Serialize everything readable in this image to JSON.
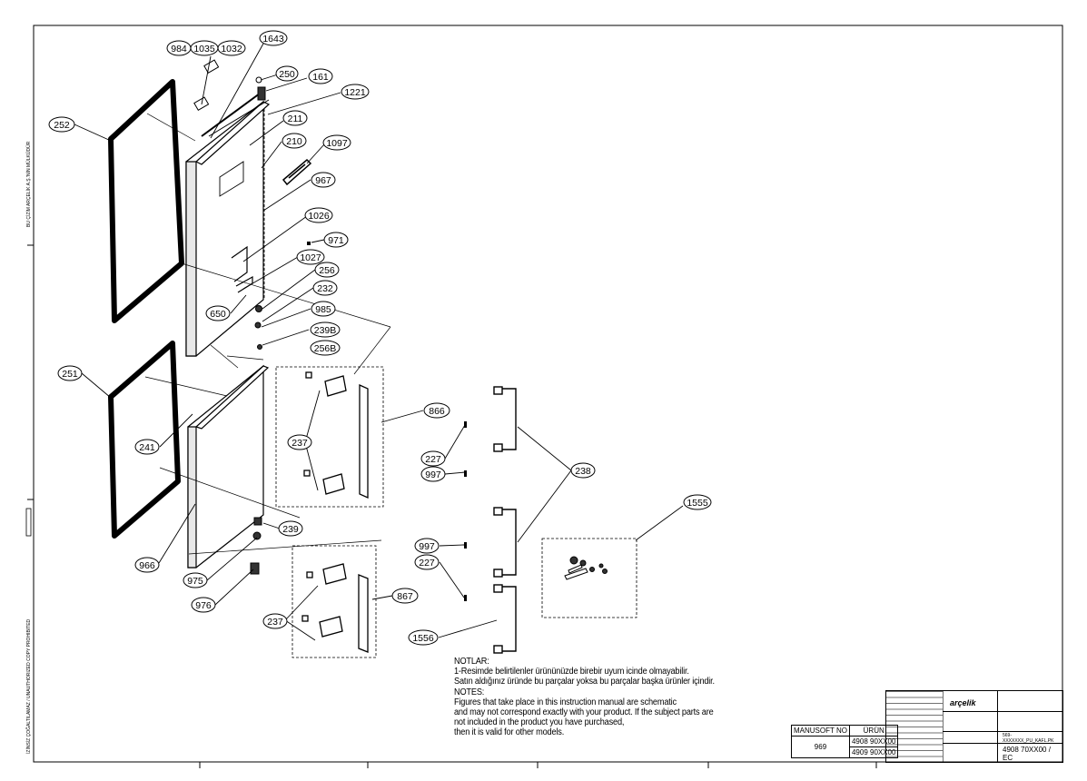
{
  "callouts": {
    "c984": "984",
    "c1035": "1035",
    "c1032": "1032",
    "c1643": "1643",
    "c250": "250",
    "c161": "161",
    "c1221": "1221",
    "c252": "252",
    "c211": "211",
    "c210": "210",
    "c1097": "1097",
    "c967": "967",
    "c1026": "1026",
    "c971": "971",
    "c1027": "1027",
    "c256": "256",
    "c232": "232",
    "c650": "650",
    "c985": "985",
    "c239B": "239B",
    "c256B": "256B",
    "c251": "251",
    "c866": "866",
    "c241": "241",
    "c237a": "237",
    "c227a": "227",
    "c997a": "997",
    "c238": "238",
    "c1555": "1555",
    "c239": "239",
    "c966": "966",
    "c997b": "997",
    "c227b": "227",
    "c975": "975",
    "c867": "867",
    "c976": "976",
    "c237b": "237",
    "c1556": "1556"
  },
  "notes": {
    "tr_heading": "NOTLAR:",
    "tr_line1": "1-Resimde belirtilenler ürününüzde birebir  uyum icinde olmayabilir.",
    "tr_line2": "Satın aldığınız üründe bu parçalar yoksa bu parçalar başka ürünler içindir.",
    "en_heading": "NOTES:",
    "en_line1": "Figures that take place in this instruction manual are schematic",
    "en_line2": " and may not correspond exactly with your product. If the subject parts are",
    "en_line3": "not included in the product you have purchased,",
    "en_line4": "then it is valid for other models."
  },
  "model_table": {
    "manusoft_label": "MANUSOFT NO",
    "urun_label": "ÜRÜN",
    "manusoft_no": "969",
    "product_1": "4908 90XX00",
    "product_2": "4909 90XX00"
  },
  "title_block": {
    "brand": "arçelik",
    "doc_number": "4908 70XX00 / EC",
    "sheet_text": "569-XXXXXXX_PU_KAFL.PK"
  },
  "margin_labels": {
    "left_top": "BU ÇİZİM ARÇELİK A.Ş.'NİN MÜLKÜDÜR",
    "left_bottom": "İZİNSİZ ÇOĞALTILAMAZ / UNAUTHORIZED COPY PROHIBITED"
  },
  "colors": {
    "line": "#000000",
    "paper": "#ffffff"
  }
}
